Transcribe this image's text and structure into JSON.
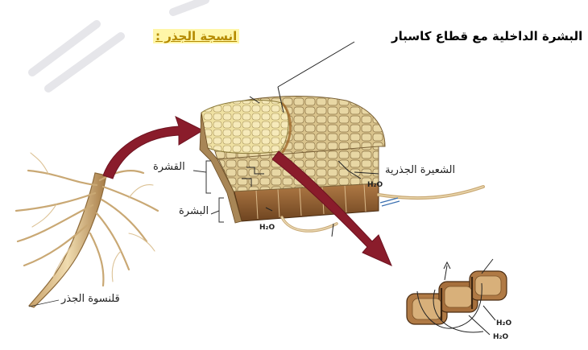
{
  "title": "انسجة الجذر :",
  "heading": "البشرة الداخلية مع قطاع كاسبار",
  "labels": {
    "cortex": "القشرة",
    "epidermis": "البشرة",
    "root_hair": "الشعيرة الجذرية",
    "root_cap": "قلنسوة الجذر"
  },
  "water_labels": [
    "H₂O",
    "H₂O",
    "H₂O",
    "H₂O"
  ],
  "colors": {
    "title_text": "#b58a00",
    "title_highlight": "#fff6a8",
    "arrow": "#8a1c2b",
    "tissue_light": "#f1e39a",
    "tissue_tan": "#c8a56a",
    "root_brown": "#9b6a3a"
  }
}
